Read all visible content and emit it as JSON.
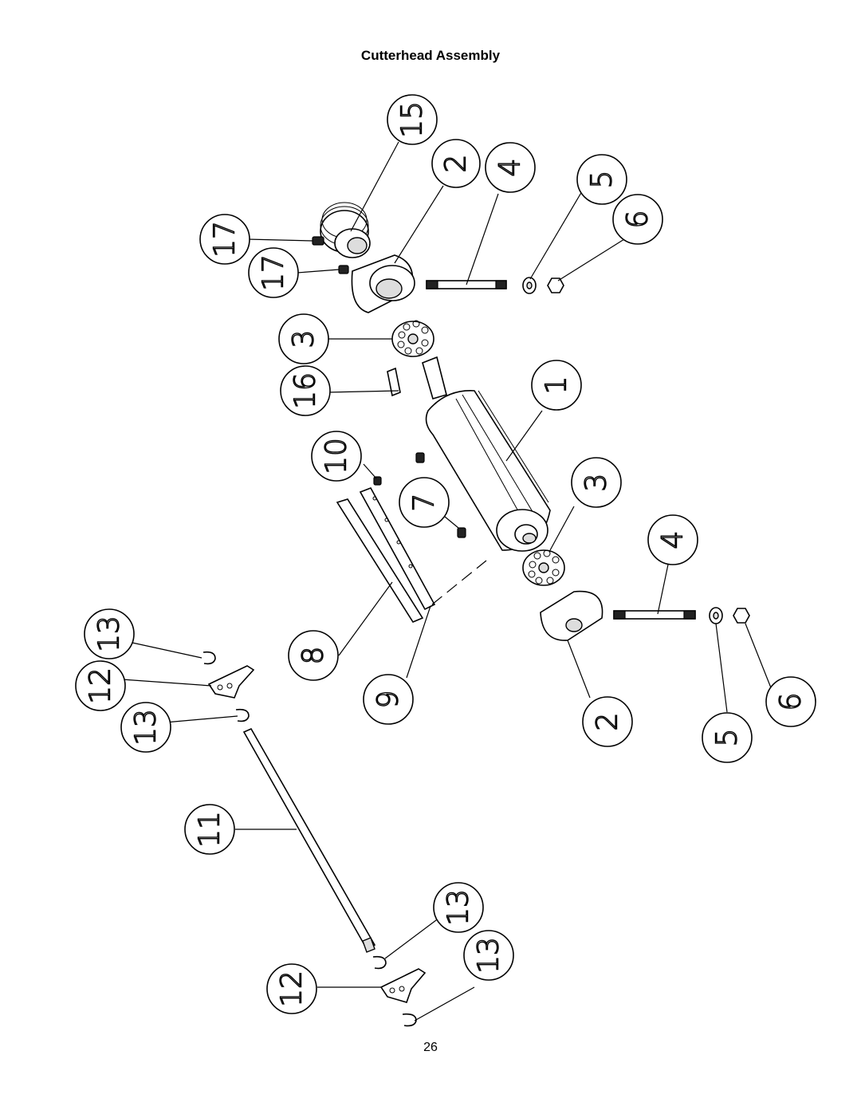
{
  "page": {
    "title": "Cutterhead Assembly",
    "page_number": "26"
  },
  "callouts": [
    "15",
    "2",
    "4",
    "5",
    "6",
    "17",
    "17",
    "3",
    "16",
    "1",
    "10",
    "7",
    "3",
    "4",
    "13",
    "12",
    "13",
    "8",
    "9",
    "2",
    "5",
    "6",
    "11",
    "13",
    "12",
    "13"
  ]
}
